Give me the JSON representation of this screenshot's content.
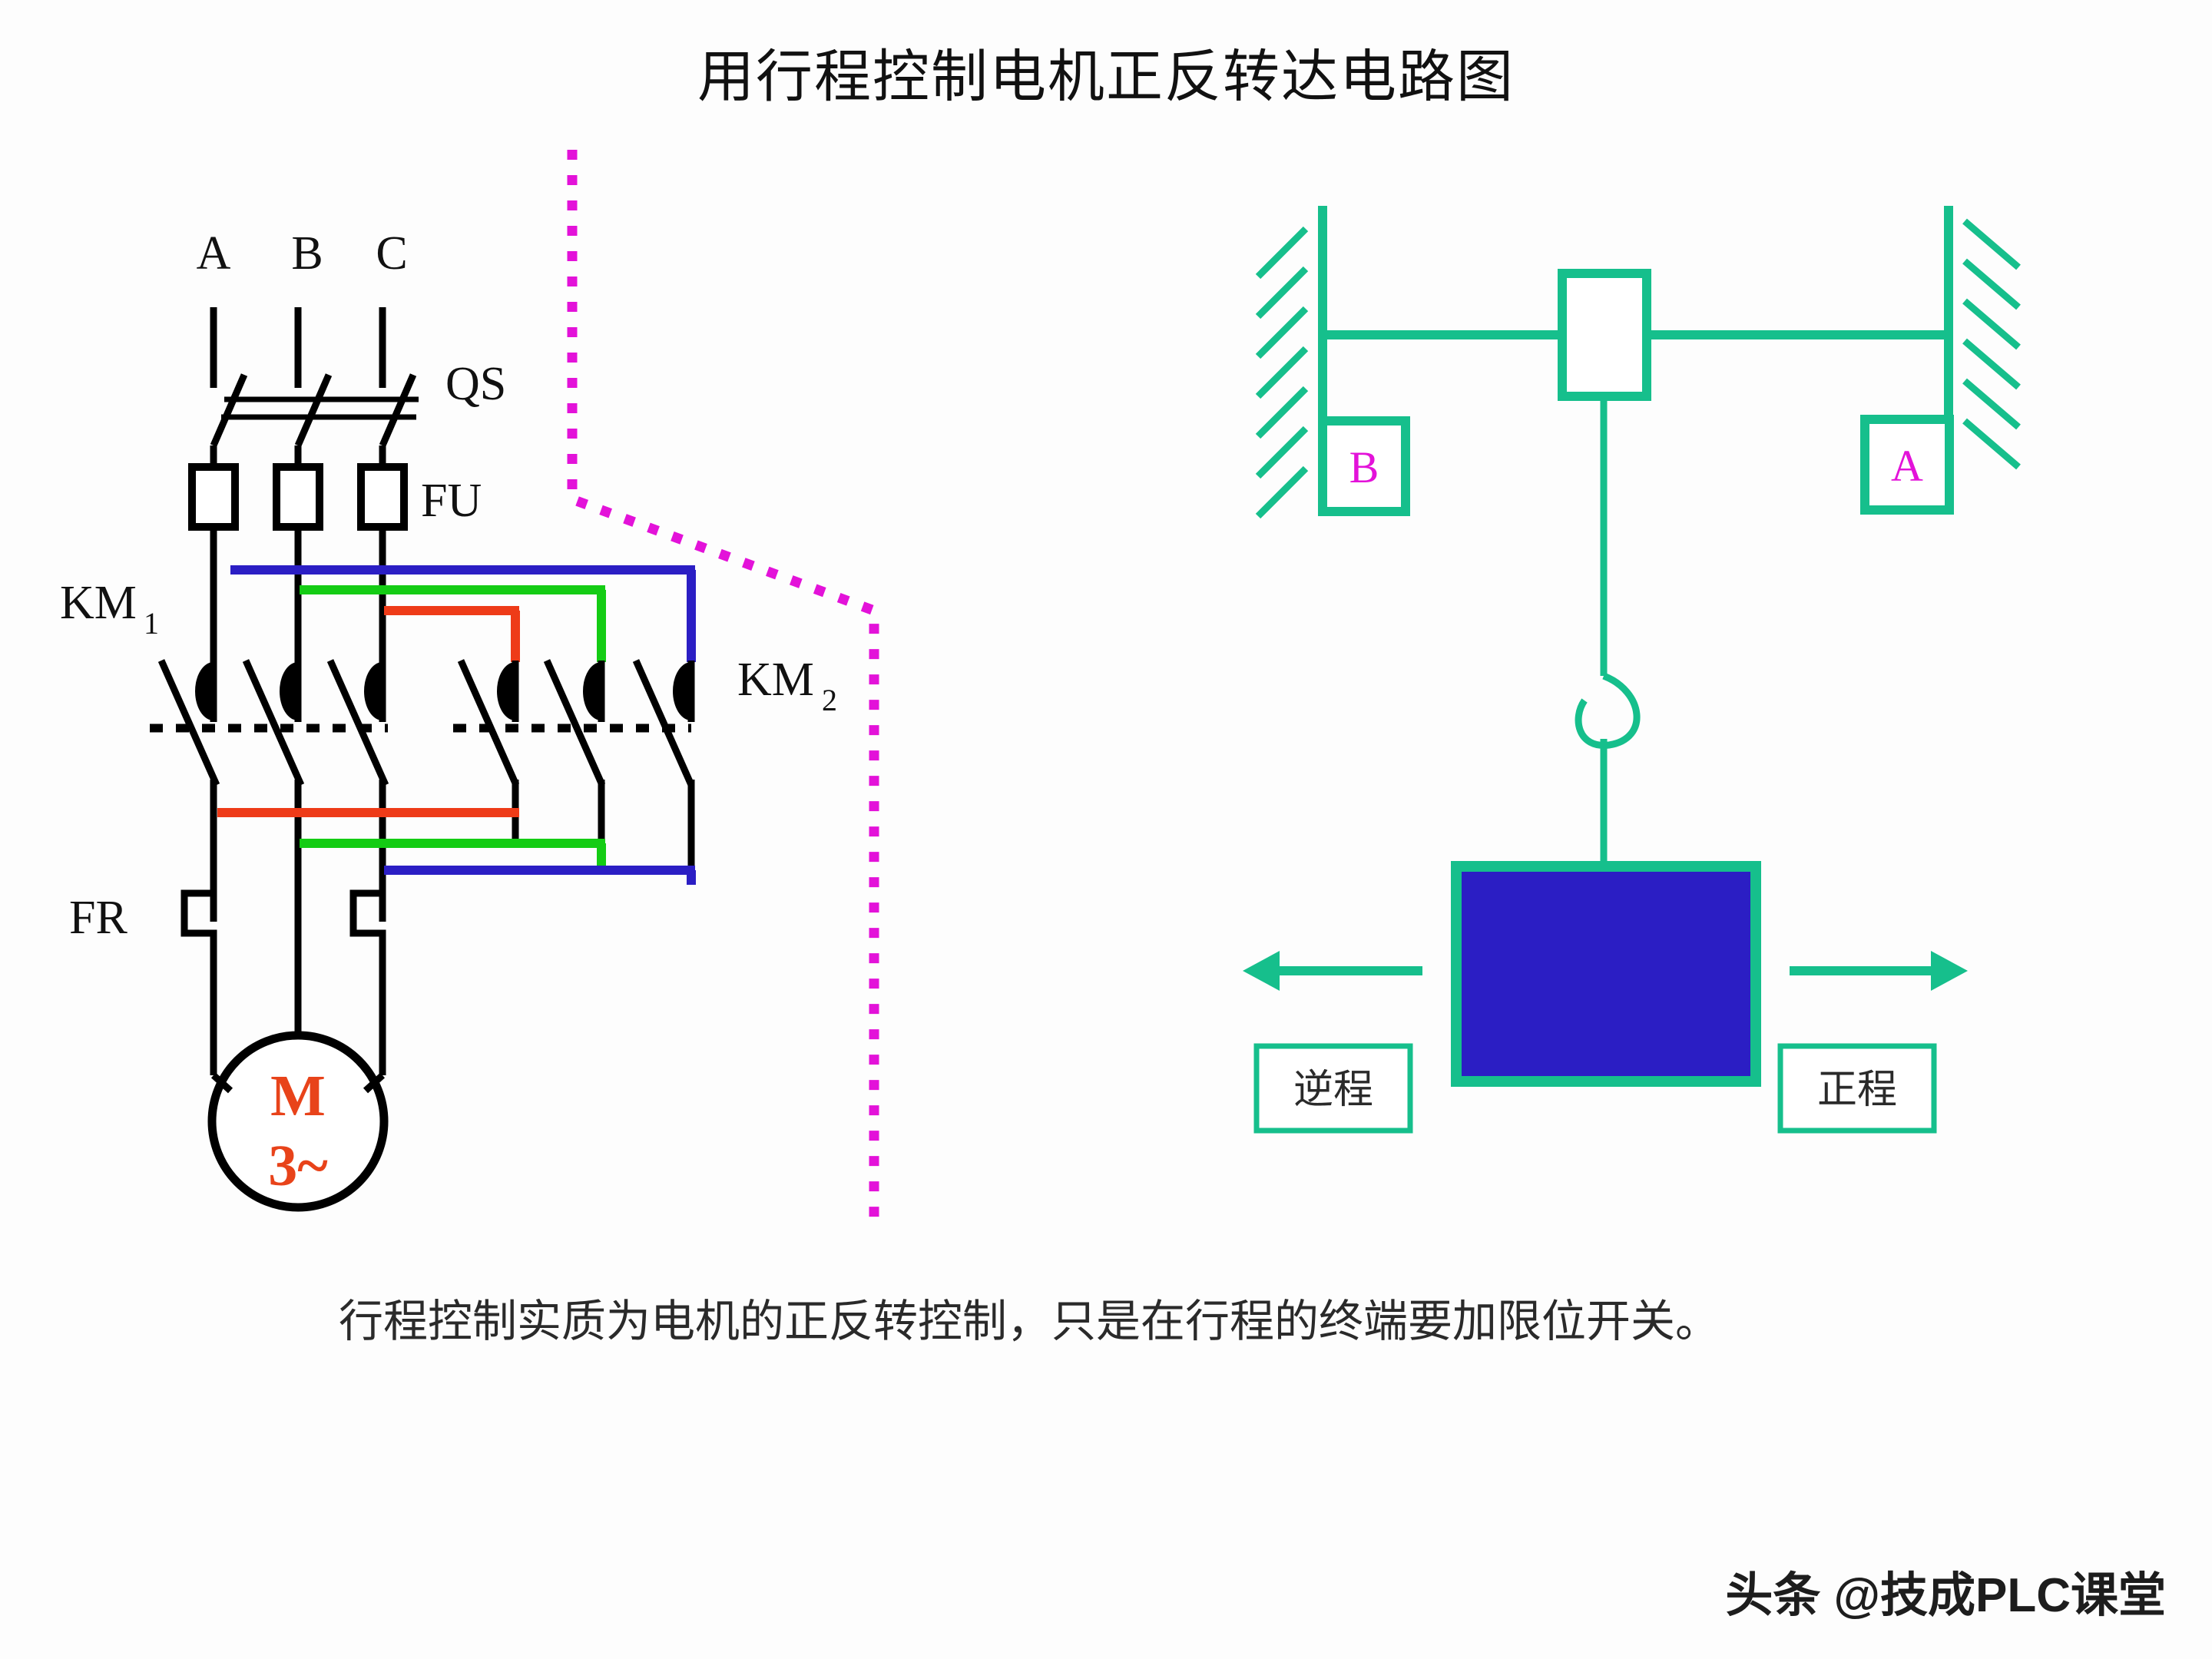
{
  "title": "用行程控制电机正反转达电路图",
  "caption": "行程控制实质为电机的正反转控制，只是在行程的终端要加限位开关。",
  "watermark": "头条 @技成PLC课堂",
  "circuit": {
    "phases": [
      {
        "label": "A"
      },
      {
        "label": "B"
      },
      {
        "label": "C"
      }
    ],
    "components": [
      {
        "id": "qs",
        "label": "QS",
        "name": "isolator-switch"
      },
      {
        "id": "fu",
        "label": "FU",
        "name": "fuse"
      },
      {
        "id": "km1",
        "label": "KM",
        "sub": "1",
        "name": "contactor-forward"
      },
      {
        "id": "km2",
        "label": "KM",
        "sub": "2",
        "name": "contactor-reverse"
      },
      {
        "id": "fr",
        "label": "FR",
        "name": "thermal-overload-relay"
      }
    ],
    "motor": {
      "symbol": "M",
      "phase_mark": "3~"
    },
    "crossover_wires": [
      {
        "color": "#ee3b18",
        "name": "phase-swap-red"
      },
      {
        "color": "#14cc14",
        "name": "phase-swap-green"
      },
      {
        "color": "#2b1ec4",
        "name": "phase-swap-blue"
      }
    ],
    "divider_color": "#e312d9"
  },
  "mechanism": {
    "limit_switches": [
      {
        "label": "B",
        "position": "left"
      },
      {
        "label": "A",
        "position": "right"
      }
    ],
    "travel_labels": [
      {
        "label": "逆程",
        "position": "left"
      },
      {
        "label": "正程",
        "position": "right"
      }
    ],
    "accent_color": "#16bf8c",
    "load_color": "#2b1ec4"
  }
}
